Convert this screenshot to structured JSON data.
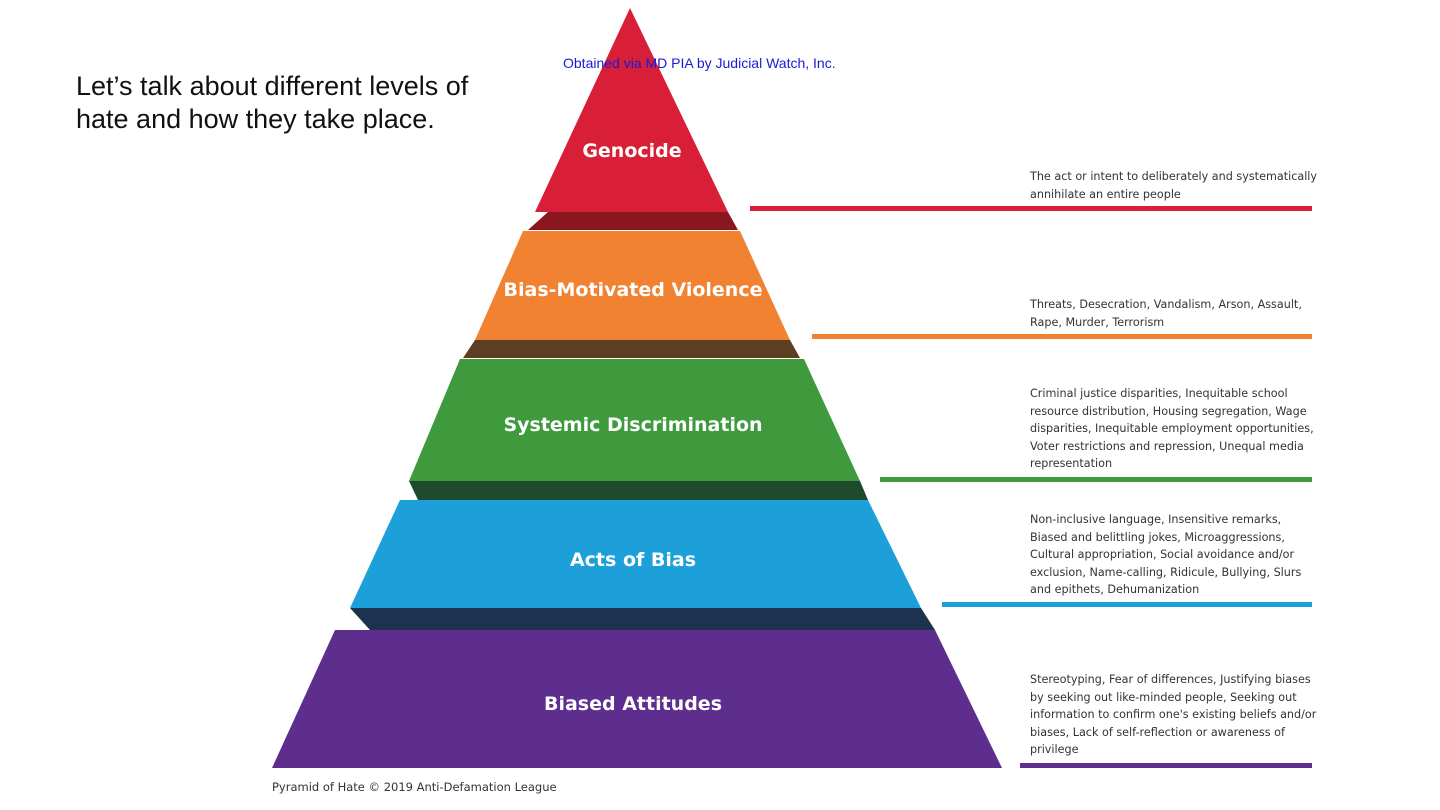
{
  "slide": {
    "heading": "Let’s talk about different levels of hate and how they take place.",
    "watermark": "Obtained via MD PIA by Judicial Watch, Inc.",
    "credit": "Pyramid of Hate © 2019 Anti-Defamation League"
  },
  "pyramid": {
    "tiers": [
      {
        "label": "Genocide",
        "description": "The act or intent to deliberately and systematically annihilate an entire people",
        "color": "#d81f37",
        "shadow_color": "#8a1620"
      },
      {
        "label": "Bias-Motivated Violence",
        "description": "Threats, Desecration, Vandalism, Arson, Assault, Rape, Murder, Terrorism",
        "color": "#f08232",
        "shadow_color": "#5c3e22"
      },
      {
        "label": "Systemic Discrimination",
        "description": "Criminal justice disparities, Inequitable school resource distribution, Housing segregation, Wage disparities, Inequitable employment opportunities, Voter restrictions and repression, Unequal media representation",
        "color": "#3f9a3e",
        "shadow_color": "#1f4a2e"
      },
      {
        "label": "Acts of Bias",
        "description": "Non-inclusive language, Insensitive remarks, Biased and belittling jokes, Microaggressions, Cultural appropriation, Social avoidance and/or exclusion, Name-calling, Ridicule, Bullying, Slurs and epithets, Dehumanization",
        "color": "#1d9fd9",
        "shadow_color": "#1c3350"
      },
      {
        "label": "Biased Attitudes",
        "description": "Stereotyping, Fear of differences, Justifying biases by seeking out like-minded people, Seeking out information to confirm one's existing beliefs and/or biases, Lack of self-reflection or awareness of privilege",
        "color": "#5e2e8e",
        "shadow_color": "#3a1f5a"
      }
    ]
  }
}
